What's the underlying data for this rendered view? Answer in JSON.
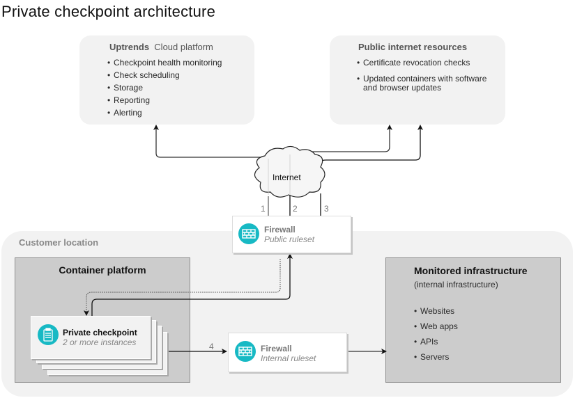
{
  "title": "Private checkpoint architecture",
  "uptrends": {
    "brand": "Uptrends",
    "subtitle": "Cloud platform",
    "items": [
      "Checkpoint health monitoring",
      "Check scheduling",
      "Storage",
      "Reporting",
      "Alerting"
    ]
  },
  "public_resources": {
    "title": "Public internet resources",
    "items": [
      "Certificate revocation checks",
      "Updated containers with software and browser updates"
    ]
  },
  "internet": {
    "label": "Internet"
  },
  "connections": {
    "n1": "1",
    "n2": "2",
    "n3": "3",
    "n4": "4"
  },
  "firewall_public": {
    "name": "Firewall",
    "ruleset": "Public ruleset"
  },
  "customer": {
    "label": "Customer location"
  },
  "container_platform": {
    "title": "Container platform"
  },
  "private_checkpoint": {
    "name": "Private checkpoint",
    "instances": "2 or more instances"
  },
  "firewall_internal": {
    "name": "Firewall",
    "ruleset": "Internal ruleset"
  },
  "monitored": {
    "title": "Monitored infrastructure",
    "subtitle": "(internal infrastructure)",
    "items": [
      "Websites",
      "Web apps",
      "APIs",
      "Servers"
    ]
  },
  "colors": {
    "accent": "#17b9c4",
    "panel": "#f2f2f2",
    "zone": "#cccccc"
  }
}
